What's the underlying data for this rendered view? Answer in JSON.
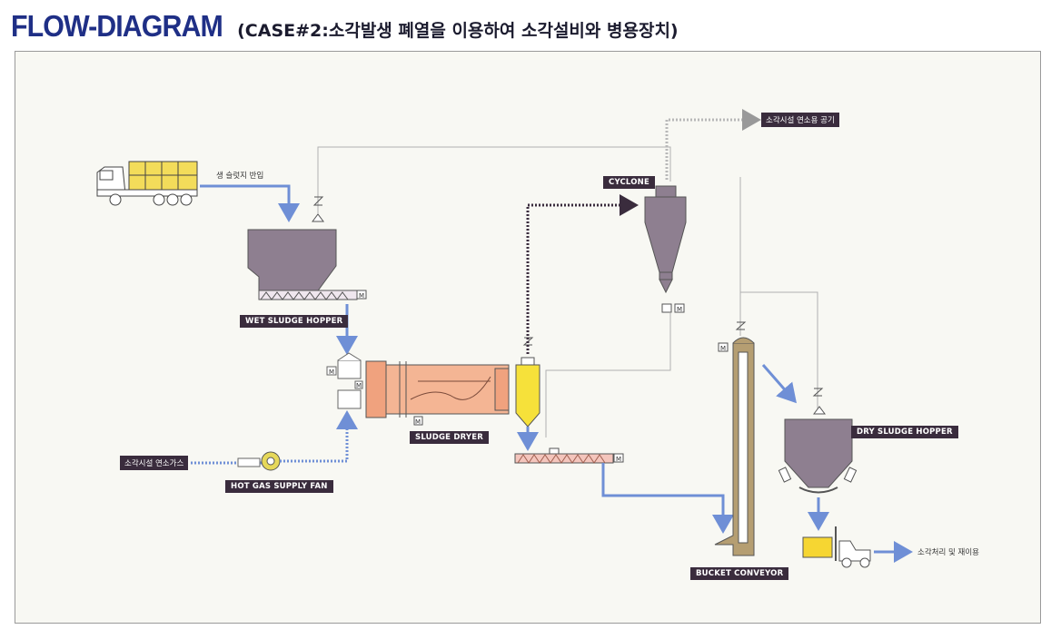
{
  "header": {
    "title": "FLOW-DIAGRAM",
    "subtitle": "(CASE#2:소각발생 폐열을 이용하여 소각설비와 병용장치)"
  },
  "labels": {
    "cyclone": "CYCLONE",
    "wet_sludge_hopper": "WET SLUDGE HOPPER",
    "sludge_dryer": "SLUDGE DRYER",
    "hot_gas_supply_fan": "HOT GAS SUPPLY FAN",
    "bucket_conveyor": "BUCKET CONVEYOR",
    "dry_sludge_hopper": "DRY SLUDGE HOPPER"
  },
  "korean": {
    "raw_sludge_in": "생 슬럿지 반입",
    "incinerator_air": "소각시설 연소용 공기",
    "incinerator_gas": "소각시설 연소가스",
    "disposal_reuse": "소각처리 및 재이용"
  },
  "motor_symbol": "M",
  "colors": {
    "title": "#1f2f86",
    "hopper": "#8e7f90",
    "dryer": "#f0a27e",
    "dryer_yellow": "#f6e13a",
    "bucket": "#b59e72",
    "flow_blue": "#6f8fd6",
    "label_bg": "#3a2c3d"
  }
}
